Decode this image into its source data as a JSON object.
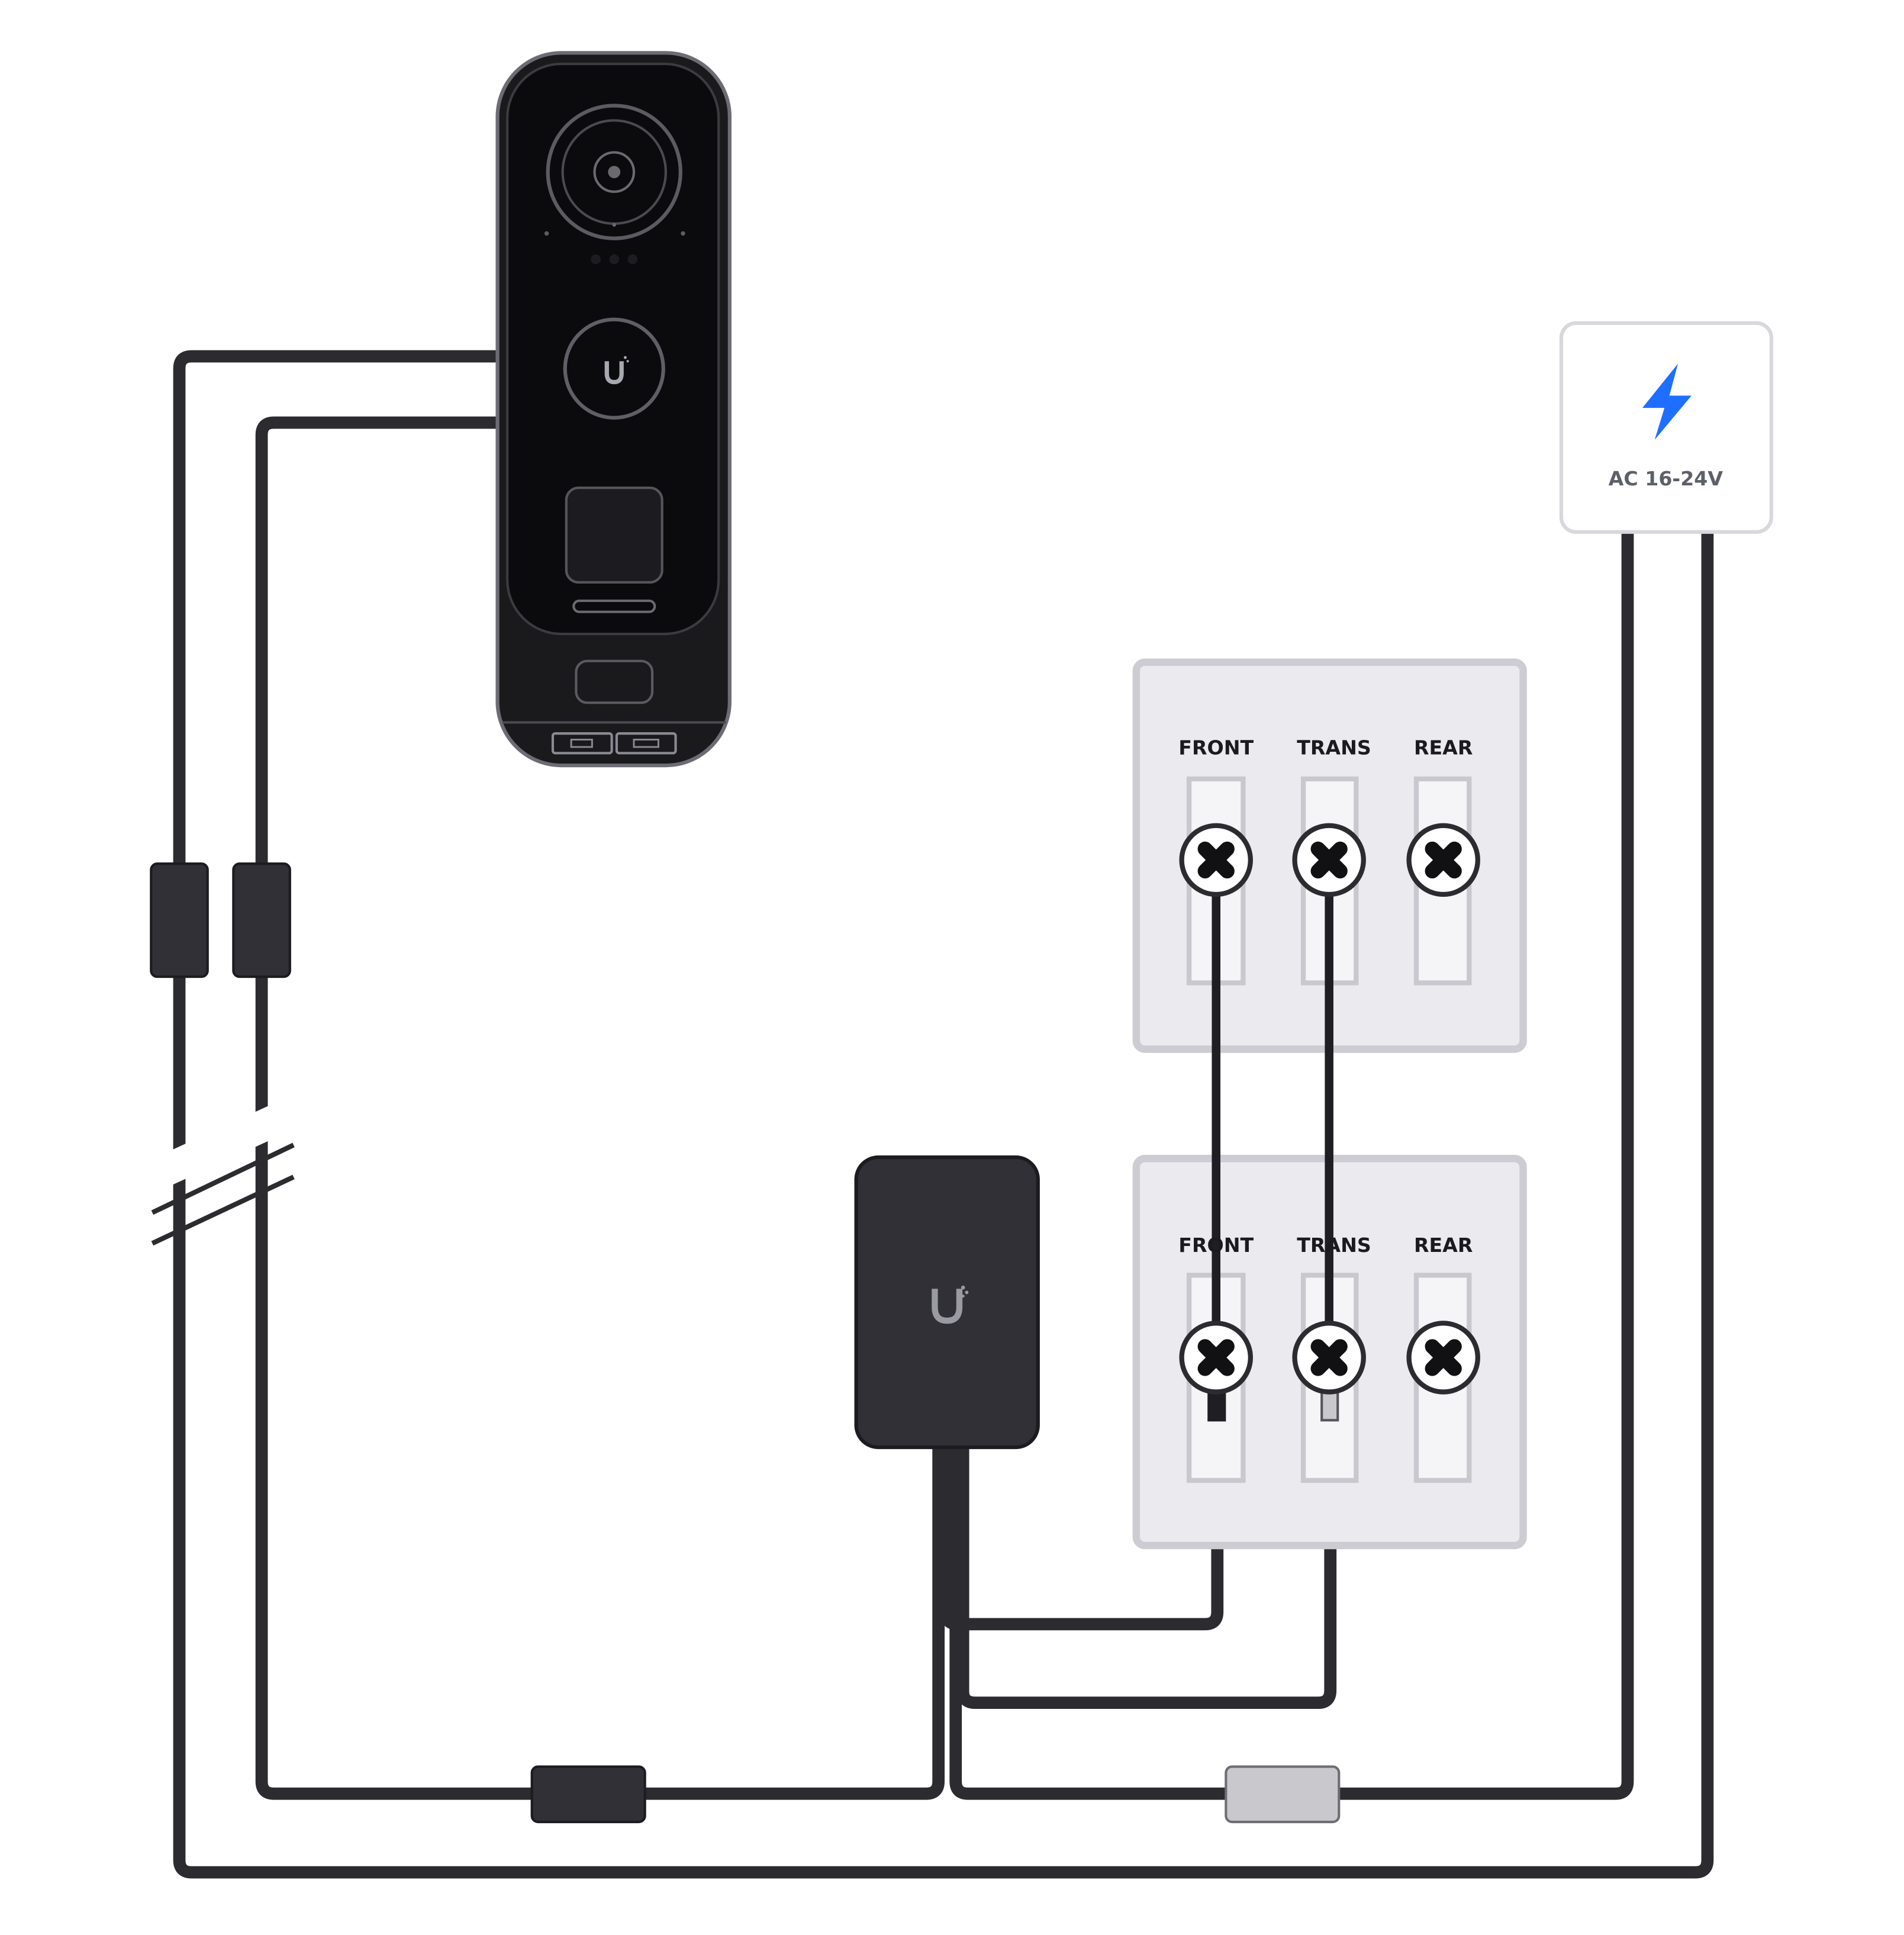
{
  "power_supply": {
    "label": "AC 16-24V",
    "icon": "lightning-bolt-icon",
    "icon_color": "#1e6fff"
  },
  "chime_boxes": [
    {
      "terminals": [
        "FRONT",
        "TRANS",
        "REAR"
      ]
    },
    {
      "terminals": [
        "FRONT",
        "TRANS",
        "REAR"
      ]
    }
  ],
  "colors": {
    "wire": "#2b2b30",
    "doorbell_body": "#0b0b0d",
    "adapter_body": "#303036",
    "plate": "#ebeaee",
    "connector_dark": "#303036",
    "connector_light": "#c9c9cd",
    "logo": "#9a9aa2"
  }
}
